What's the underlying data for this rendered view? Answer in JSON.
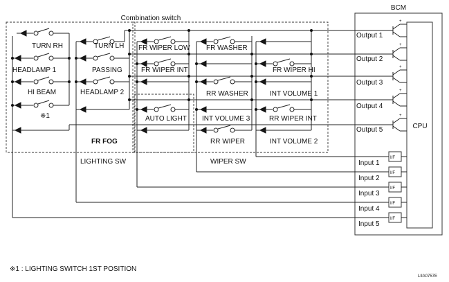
{
  "titles": {
    "combination_switch": "Combination switch",
    "bcm": "BCM",
    "cpu": "CPU",
    "lighting_sw": "LIGHTING SW",
    "wiper_sw": "WIPER SW"
  },
  "switch_labels": {
    "turn_rh": "TURN RH",
    "turn_lh": "TURN LH",
    "headlamp_1": "HEADLAMP 1",
    "passing": "PASSING",
    "hi_beam": "HI BEAM",
    "headlamp_2": "HEADLAMP 2",
    "note_mark": "※1",
    "fr_fog": "FR FOG",
    "fr_wiper_low": "FR WIPER LOW",
    "fr_washer": "FR WASHER",
    "fr_wiper_int": "FR WIPER INT",
    "fr_wiper_hi": "FR WIPER HI",
    "rr_washer": "RR WASHER",
    "int_volume_1": "INT VOLUME 1",
    "auto_light": "AUTO LIGHT",
    "int_volume_3": "INT VOLUME 3",
    "rr_wiper_int": "RR WIPER INT",
    "rr_wiper": "RR WIPER",
    "int_volume_2": "INT VOLUME 2"
  },
  "outputs": [
    "Output 1",
    "Output 2",
    "Output 3",
    "Output 4",
    "Output 5"
  ],
  "inputs": [
    "Input 1",
    "Input 2",
    "Input 3",
    "Input 4",
    "Input 5"
  ],
  "if_label": "I/F",
  "footnote": "※1 : LIGHTING SWITCH 1ST POSITION",
  "figure_code": "LIIA0757E"
}
